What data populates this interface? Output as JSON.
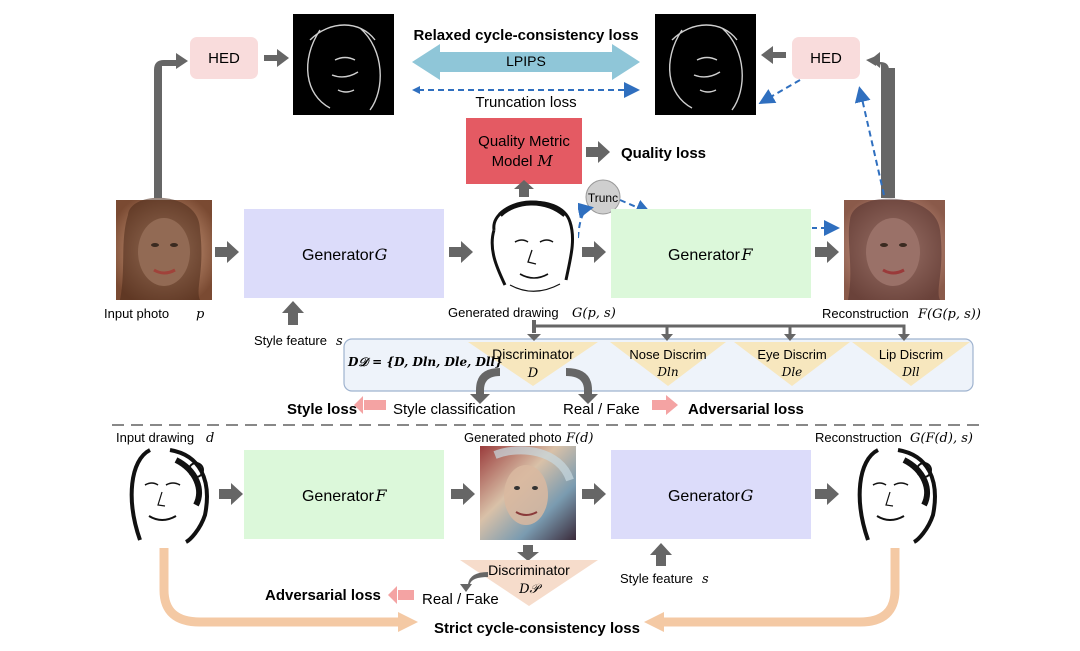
{
  "top": {
    "hed_left": "HED",
    "hed_right": "HED",
    "relaxed_loss": "Relaxed cycle-consistency loss",
    "lpips": "LPIPS",
    "truncation_loss": "Truncation loss",
    "quality_model_line1": "Quality Metric",
    "quality_model_line2_text": "Model ",
    "quality_model_symbol": "M",
    "quality_loss": "Quality loss",
    "trunc": "Trunc",
    "generator_g_text": "Generator ",
    "generator_g_symbol": "G",
    "generator_f_text": "Generator ",
    "generator_f_symbol": "F",
    "input_photo_text": "Input photo ",
    "input_photo_symbol": "p",
    "style_feature_text": "Style feature ",
    "style_feature_symbol": "s",
    "generated_drawing_text": "Generated drawing ",
    "generated_drawing_symbol": "G(p, s)",
    "reconstruction_text": "Reconstruction ",
    "reconstruction_symbol": "F(G(p, s))"
  },
  "discriminators": {
    "set_label": "D𝒟 = {D, Dln, Dle, Dll}",
    "main": "Discriminator",
    "main_symbol": "D",
    "nose": "Nose Discrim",
    "nose_symbol": "Dln",
    "eye": "Eye Discrim",
    "eye_symbol": "Dle",
    "lip": "Lip Discrim",
    "lip_symbol": "Dll"
  },
  "losses": {
    "style_loss": "Style loss",
    "style_classification": "Style classification",
    "real_fake": "Real / Fake",
    "adversarial_loss": "Adversarial loss"
  },
  "bottom": {
    "input_drawing_text": "Input drawing ",
    "input_drawing_symbol": "d",
    "generated_photo_text": "Generated photo ",
    "generated_photo_symbol": "F(d)",
    "reconstruction_text": "Reconstruction ",
    "reconstruction_symbol": "G(F(d), s)",
    "generator_f_text": "Generator ",
    "generator_f_symbol": "F",
    "generator_g_text": "Generator ",
    "generator_g_symbol": "G",
    "discriminator": "Discriminator",
    "discriminator_symbol": "D𝒫",
    "style_feature_text": "Style feature ",
    "style_feature_symbol": "s",
    "real_fake": "Real / Fake",
    "adversarial_loss": "Adversarial loss",
    "strict_loss": "Strict cycle-consistency loss"
  },
  "colors": {
    "hed": "#f9dcdc",
    "quality": "#e45a63",
    "generator_g": "#dcdcfa",
    "generator_f": "#dcf8da",
    "discriminator": "#f7e7be",
    "discriminator_p": "#f6dccb",
    "lpips_arrow": "#8fc6d8",
    "truncation_dash": "#2f6fbf",
    "loss_arrow": "#f4a3a3",
    "cycle_arrow": "#f4c9a4",
    "panel_bg": "#eef3fa",
    "panel_border": "#9fb3cf",
    "arrow_gray": "#666666"
  }
}
